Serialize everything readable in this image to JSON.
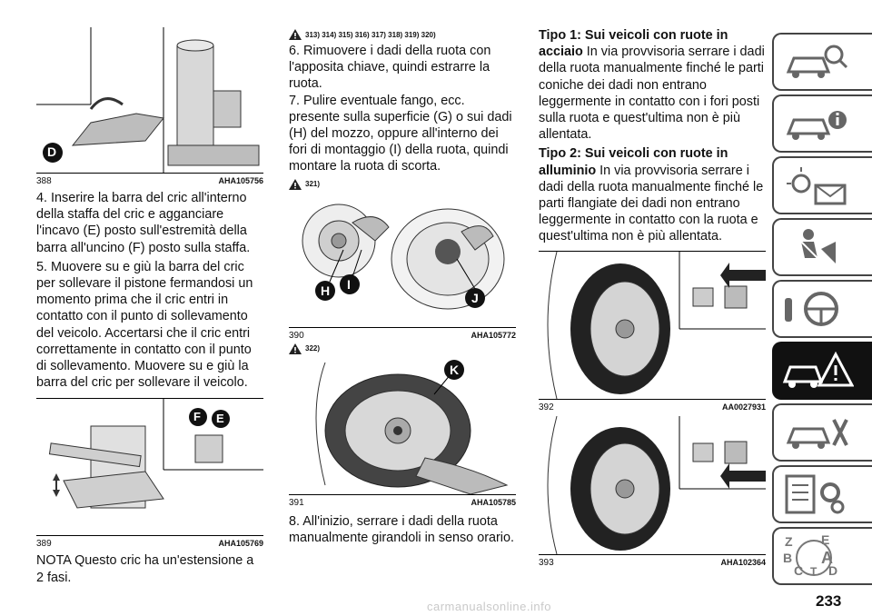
{
  "figures": {
    "f388": {
      "num": "388",
      "code": "AHA105756",
      "callouts": [
        "D"
      ]
    },
    "f389": {
      "num": "389",
      "code": "AHA105769",
      "callouts": [
        "F",
        "E"
      ]
    },
    "f390": {
      "num": "390",
      "code": "AHA105772",
      "callouts": [
        "H",
        "I",
        "J"
      ]
    },
    "f391": {
      "num": "391",
      "code": "AHA105785",
      "callouts": [
        "K"
      ]
    },
    "f392": {
      "num": "392",
      "code": "AA0027931"
    },
    "f393": {
      "num": "393",
      "code": "AHA102364"
    }
  },
  "col1": {
    "p4": "4. Inserire la barra del cric all'interno della staffa del cric e agganciare l'incavo (E) posto sull'estremità della barra all'uncino (F) posto sulla staffa.",
    "p5": "5. Muovere su e giù la barra del cric per sollevare il pistone fermandosi un momento prima che il cric entri in contatto con il punto di sollevamento del veicolo. Accertarsi che il cric entri correttamente in contatto con il punto di sollevamento. Muovere su e giù la barra del cric per sollevare il veicolo.",
    "nota": "NOTA Questo cric ha un'estensione a 2 fasi."
  },
  "col2": {
    "warn_refs_1": "313) 314) 315) 316) 317) 318) 319) 320)",
    "p6": "6. Rimuovere i dadi della ruota con l'apposita chiave, quindi estrarre la ruota.",
    "p7": "7. Pulire eventuale fango, ecc. presente sulla superficie (G) o sui dadi (H) del mozzo, oppure all'interno dei fori di montaggio (I) della ruota, quindi montare la ruota di scorta.",
    "warn_refs_2": "321)",
    "warn_refs_3": "322)",
    "p8": "8. All'inizio, serrare i dadi della ruota manualmente girandoli in senso orario."
  },
  "col3": {
    "tipo1_title": "Tipo 1: Sui veicoli con ruote in acciaio",
    "tipo1_text": " In via provvisoria serrare i dadi della ruota manualmente finché le parti coniche dei dadi non entrano leggermente in contatto con i fori posti sulla ruota e quest'ultima non è più allentata.",
    "tipo2_title": "Tipo 2: Sui veicoli con ruote in alluminio",
    "tipo2_text": " In via provvisoria serrare i dadi della ruota manualmente finché le parti flangiate dei dadi non entrano leggermente in contatto con la ruota e quest'ultima non è più allentata."
  },
  "sidebar": {
    "tabs": [
      {
        "icon": "car-search-icon",
        "active": false
      },
      {
        "icon": "car-info-icon",
        "active": false
      },
      {
        "icon": "warning-light-message-icon",
        "active": false
      },
      {
        "icon": "airbag-seat-icon",
        "active": false
      },
      {
        "icon": "key-steering-wheel-icon",
        "active": false
      },
      {
        "icon": "car-breakdown-warning-icon",
        "active": true
      },
      {
        "icon": "car-tools-icon",
        "active": false
      },
      {
        "icon": "specifications-gears-icon",
        "active": false
      },
      {
        "icon": "alphabetical-index-icon",
        "active": false
      }
    ],
    "index_letters": [
      "Z",
      "E",
      "B",
      "A",
      "C",
      "T",
      "D"
    ]
  },
  "page_number": "233",
  "footer_watermark": "carmanualsonline.info"
}
